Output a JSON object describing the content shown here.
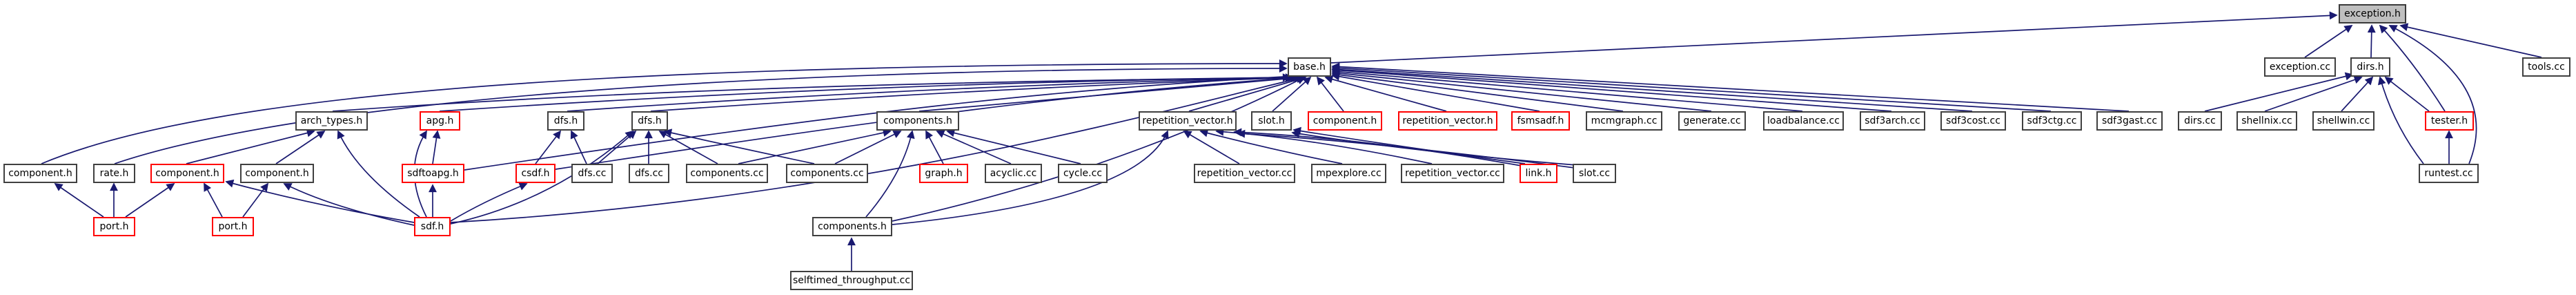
{
  "diagram": {
    "root_file": "exception.h",
    "colors": {
      "edge": "#191970",
      "node_border": "#404040",
      "red_border": "#ff0000",
      "root_fill": "#bfbfbf",
      "background": "#ffffff"
    },
    "nodes": [
      {
        "id": "exception_h",
        "label": "exception.h",
        "style": "root"
      },
      {
        "id": "exception_cc",
        "label": "exception.cc",
        "style": "plain"
      },
      {
        "id": "dirs_h",
        "label": "dirs.h",
        "style": "plain"
      },
      {
        "id": "tools_cc",
        "label": "tools.cc",
        "style": "plain"
      },
      {
        "id": "base_h",
        "label": "base.h",
        "style": "plain"
      },
      {
        "id": "arch_types_h",
        "label": "arch_types.h",
        "style": "plain"
      },
      {
        "id": "apg_h",
        "label": "apg.h",
        "style": "red"
      },
      {
        "id": "dfs_h1",
        "label": "dfs.h",
        "style": "plain"
      },
      {
        "id": "dfs_h2",
        "label": "dfs.h",
        "style": "plain"
      },
      {
        "id": "components_h3",
        "label": "components.h",
        "style": "plain"
      },
      {
        "id": "repetition_vector_h1",
        "label": "repetition_vector.h",
        "style": "plain"
      },
      {
        "id": "slot_h",
        "label": "slot.h",
        "style": "plain"
      },
      {
        "id": "component_h_r3",
        "label": "component.h",
        "style": "red"
      },
      {
        "id": "repetition_vector_h2",
        "label": "repetition_vector.h",
        "style": "red"
      },
      {
        "id": "fsmsadf_h",
        "label": "fsmsadf.h",
        "style": "red"
      },
      {
        "id": "mcmgraph_cc",
        "label": "mcmgraph.cc",
        "style": "plain"
      },
      {
        "id": "generate_cc",
        "label": "generate.cc",
        "style": "plain"
      },
      {
        "id": "loadbalance_cc",
        "label": "loadbalance.cc",
        "style": "plain"
      },
      {
        "id": "sdf3arch_cc",
        "label": "sdf3arch.cc",
        "style": "plain"
      },
      {
        "id": "sdf3cost_cc",
        "label": "sdf3cost.cc",
        "style": "plain"
      },
      {
        "id": "sdf3ctg_cc",
        "label": "sdf3ctg.cc",
        "style": "plain"
      },
      {
        "id": "sdf3gast_cc",
        "label": "sdf3gast.cc",
        "style": "plain"
      },
      {
        "id": "dirs_cc",
        "label": "dirs.cc",
        "style": "plain"
      },
      {
        "id": "shellnix_cc",
        "label": "shellnix.cc",
        "style": "plain"
      },
      {
        "id": "shellwin_cc",
        "label": "shellwin.cc",
        "style": "plain"
      },
      {
        "id": "tester_h",
        "label": "tester.h",
        "style": "red"
      },
      {
        "id": "component_h1",
        "label": "component.h",
        "style": "plain"
      },
      {
        "id": "rate_h",
        "label": "rate.h",
        "style": "plain"
      },
      {
        "id": "component_h2",
        "label": "component.h",
        "style": "red"
      },
      {
        "id": "component_h3b",
        "label": "component.h",
        "style": "plain"
      },
      {
        "id": "sdftoapg_h",
        "label": "sdftoapg.h",
        "style": "red"
      },
      {
        "id": "csdf_h",
        "label": "csdf.h",
        "style": "red"
      },
      {
        "id": "dfs_cc1",
        "label": "dfs.cc",
        "style": "plain"
      },
      {
        "id": "dfs_cc2",
        "label": "dfs.cc",
        "style": "plain"
      },
      {
        "id": "components_cc1",
        "label": "components.cc",
        "style": "plain"
      },
      {
        "id": "components_cc2",
        "label": "components.cc",
        "style": "plain"
      },
      {
        "id": "graph_h",
        "label": "graph.h",
        "style": "red"
      },
      {
        "id": "acyclic_cc",
        "label": "acyclic.cc",
        "style": "plain"
      },
      {
        "id": "cycle_cc",
        "label": "cycle.cc",
        "style": "plain"
      },
      {
        "id": "repetition_vector_cc1",
        "label": "repetition_vector.cc",
        "style": "plain"
      },
      {
        "id": "mpexplore_cc",
        "label": "mpexplore.cc",
        "style": "plain"
      },
      {
        "id": "repetition_vector_cc2",
        "label": "repetition_vector.cc",
        "style": "plain"
      },
      {
        "id": "link_h",
        "label": "link.h",
        "style": "red"
      },
      {
        "id": "slot_cc",
        "label": "slot.cc",
        "style": "plain"
      },
      {
        "id": "runtest_cc",
        "label": "runtest.cc",
        "style": "plain"
      },
      {
        "id": "port_h1",
        "label": "port.h",
        "style": "red"
      },
      {
        "id": "port_h2",
        "label": "port.h",
        "style": "red"
      },
      {
        "id": "sdf_h",
        "label": "sdf.h",
        "style": "red"
      },
      {
        "id": "components_h_low",
        "label": "components.h",
        "style": "plain"
      },
      {
        "id": "selftimed",
        "label": "selftimed_throughput.cc",
        "style": "plain"
      }
    ],
    "edges": [
      {
        "from": "base_h",
        "to": "exception_h"
      },
      {
        "from": "exception_cc",
        "to": "exception_h"
      },
      {
        "from": "dirs_h",
        "to": "exception_h"
      },
      {
        "from": "tools_cc",
        "to": "exception_h"
      },
      {
        "from": "tester_h",
        "to": "exception_h"
      },
      {
        "from": "runtest_cc",
        "to": "exception_h"
      },
      {
        "from": "dirs_cc",
        "to": "dirs_h"
      },
      {
        "from": "shellnix_cc",
        "to": "dirs_h"
      },
      {
        "from": "shellwin_cc",
        "to": "dirs_h"
      },
      {
        "from": "tester_h",
        "to": "dirs_h"
      },
      {
        "from": "runtest_cc",
        "to": "dirs_h"
      },
      {
        "from": "runtest_cc",
        "to": "tester_h"
      },
      {
        "from": "component_h1",
        "to": "base_h"
      },
      {
        "from": "rate_h",
        "to": "base_h"
      },
      {
        "from": "arch_types_h",
        "to": "base_h"
      },
      {
        "from": "apg_h",
        "to": "base_h"
      },
      {
        "from": "dfs_h1",
        "to": "base_h"
      },
      {
        "from": "dfs_h2",
        "to": "base_h"
      },
      {
        "from": "components_h3",
        "to": "base_h"
      },
      {
        "from": "repetition_vector_h1",
        "to": "base_h"
      },
      {
        "from": "slot_h",
        "to": "base_h"
      },
      {
        "from": "component_h_r3",
        "to": "base_h"
      },
      {
        "from": "repetition_vector_h2",
        "to": "base_h"
      },
      {
        "from": "fsmsadf_h",
        "to": "base_h"
      },
      {
        "from": "mcmgraph_cc",
        "to": "base_h"
      },
      {
        "from": "generate_cc",
        "to": "base_h"
      },
      {
        "from": "loadbalance_cc",
        "to": "base_h"
      },
      {
        "from": "sdf3arch_cc",
        "to": "base_h"
      },
      {
        "from": "sdf3cost_cc",
        "to": "base_h"
      },
      {
        "from": "sdf3ctg_cc",
        "to": "base_h"
      },
      {
        "from": "sdf3gast_cc",
        "to": "base_h"
      },
      {
        "from": "sdf_h",
        "to": "base_h"
      },
      {
        "from": "sdftoapg_h",
        "to": "base_h"
      },
      {
        "from": "csdf_h",
        "to": "base_h"
      },
      {
        "from": "components_h_low",
        "to": "base_h"
      },
      {
        "from": "component_h2",
        "to": "arch_types_h"
      },
      {
        "from": "component_h3b",
        "to": "arch_types_h"
      },
      {
        "from": "sdf_h",
        "to": "arch_types_h"
      },
      {
        "from": "sdftoapg_h",
        "to": "apg_h"
      },
      {
        "from": "sdf_h",
        "to": "apg_h"
      },
      {
        "from": "csdf_h",
        "to": "dfs_h1"
      },
      {
        "from": "dfs_cc1",
        "to": "dfs_h1"
      },
      {
        "from": "dfs_cc1",
        "to": "dfs_h2"
      },
      {
        "from": "dfs_cc2",
        "to": "dfs_h2"
      },
      {
        "from": "components_cc1",
        "to": "dfs_h2"
      },
      {
        "from": "components_cc2",
        "to": "dfs_h2"
      },
      {
        "from": "sdf_h",
        "to": "dfs_h2"
      },
      {
        "from": "components_cc1",
        "to": "components_h3"
      },
      {
        "from": "components_cc2",
        "to": "components_h3"
      },
      {
        "from": "graph_h",
        "to": "components_h3"
      },
      {
        "from": "acyclic_cc",
        "to": "components_h3"
      },
      {
        "from": "cycle_cc",
        "to": "components_h3"
      },
      {
        "from": "components_h_low",
        "to": "components_h3"
      },
      {
        "from": "selftimed",
        "to": "components_h_low"
      },
      {
        "from": "components_h_low",
        "to": "repetition_vector_h1"
      },
      {
        "from": "repetition_vector_cc1",
        "to": "repetition_vector_h1"
      },
      {
        "from": "mpexplore_cc",
        "to": "repetition_vector_h1"
      },
      {
        "from": "repetition_vector_cc2",
        "to": "repetition_vector_h1"
      },
      {
        "from": "link_h",
        "to": "repetition_vector_h1"
      },
      {
        "from": "slot_cc",
        "to": "repetition_vector_h1"
      },
      {
        "from": "link_h",
        "to": "slot_h"
      },
      {
        "from": "slot_cc",
        "to": "slot_h"
      },
      {
        "from": "port_h1",
        "to": "component_h1"
      },
      {
        "from": "port_h1",
        "to": "rate_h"
      },
      {
        "from": "port_h1",
        "to": "component_h2"
      },
      {
        "from": "port_h2",
        "to": "component_h2"
      },
      {
        "from": "port_h2",
        "to": "component_h3b"
      },
      {
        "from": "sdf_h",
        "to": "component_h2"
      },
      {
        "from": "sdf_h",
        "to": "component_h3b"
      },
      {
        "from": "sdf_h",
        "to": "sdftoapg_h"
      },
      {
        "from": "sdf_h",
        "to": "csdf_h"
      }
    ]
  }
}
